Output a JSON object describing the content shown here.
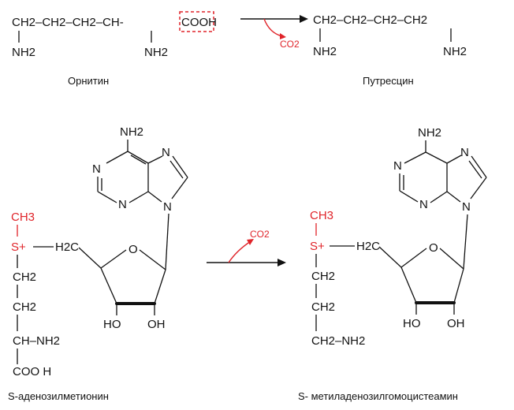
{
  "reaction1": {
    "ornithine_chain": "CH2–CH2–CH2–CH-",
    "cooh": "COOH",
    "nh2_left": "NH2",
    "nh2_right": "NH2",
    "ornithine_label": "Орнитин",
    "co2": "CO2",
    "putrescine_chain": "CH2–CH2–CH2–CH2",
    "putrescine_nh2_left": "NH2",
    "putrescine_nh2_right": "NH2",
    "putrescine_label": "Путресцин"
  },
  "reaction2": {
    "co2": "CO2",
    "sam": {
      "nh2": "NH2",
      "n": "N",
      "ch3": "CH3",
      "s_plus": "S+",
      "h2c": "H2C",
      "o": "O",
      "ch2_1": "CH2",
      "ch2_2": "CH2",
      "ch_nh2": "CH–NH2",
      "cooh": "COO H",
      "oh": "HO",
      "oh2": "OH",
      "label": "S-аденозилметионин"
    },
    "product": {
      "nh2": "NH2",
      "n": "N",
      "ch3": "CH3",
      "s_plus": "S+",
      "h2c": "H2C",
      "o": "O",
      "ch2_1": "CH2",
      "ch2_2": "CH2",
      "ch2_nh2": "CH2–NH2",
      "oh": "HO",
      "oh2": "OH",
      "label": "S- метиладенозилгомоцистеамин"
    }
  },
  "colors": {
    "highlight": "#e0242a",
    "ink": "#111111"
  }
}
